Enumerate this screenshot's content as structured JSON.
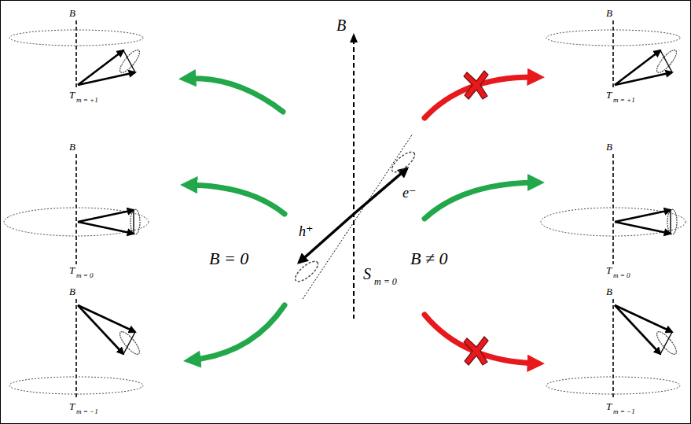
{
  "diagram": {
    "labels": [
      "B",
      "T",
      "m = +1",
      "B",
      "T",
      "m = 0",
      "B",
      "T",
      "m = −1",
      "B",
      "e⁻",
      "h⁺",
      "S",
      "m = 0",
      "B = 0",
      "B ≠ 0",
      "B",
      "T",
      "m = +1",
      "B",
      "T",
      "m = 0",
      "B",
      "T",
      "m = −1"
    ]
  }
}
